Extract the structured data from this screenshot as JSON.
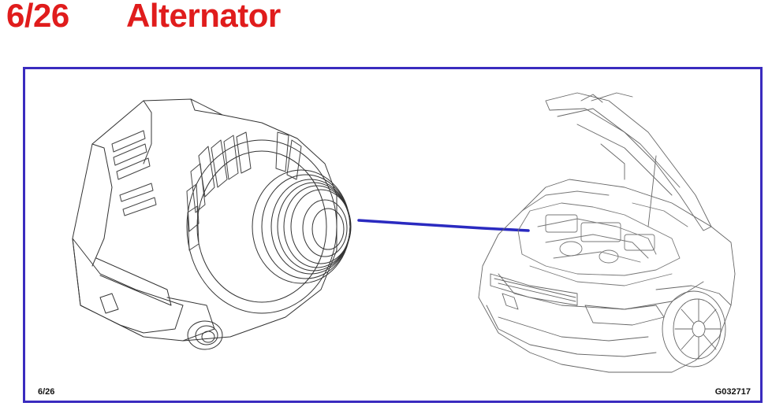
{
  "header": {
    "page_number": "6/26",
    "title": "Alternator"
  },
  "figure": {
    "caption_left": "6/26",
    "caption_right": "G032717",
    "frame_color": "#3a2bbf",
    "pointer_color": "#2a2ac0",
    "title_color": "#e01c1c"
  }
}
